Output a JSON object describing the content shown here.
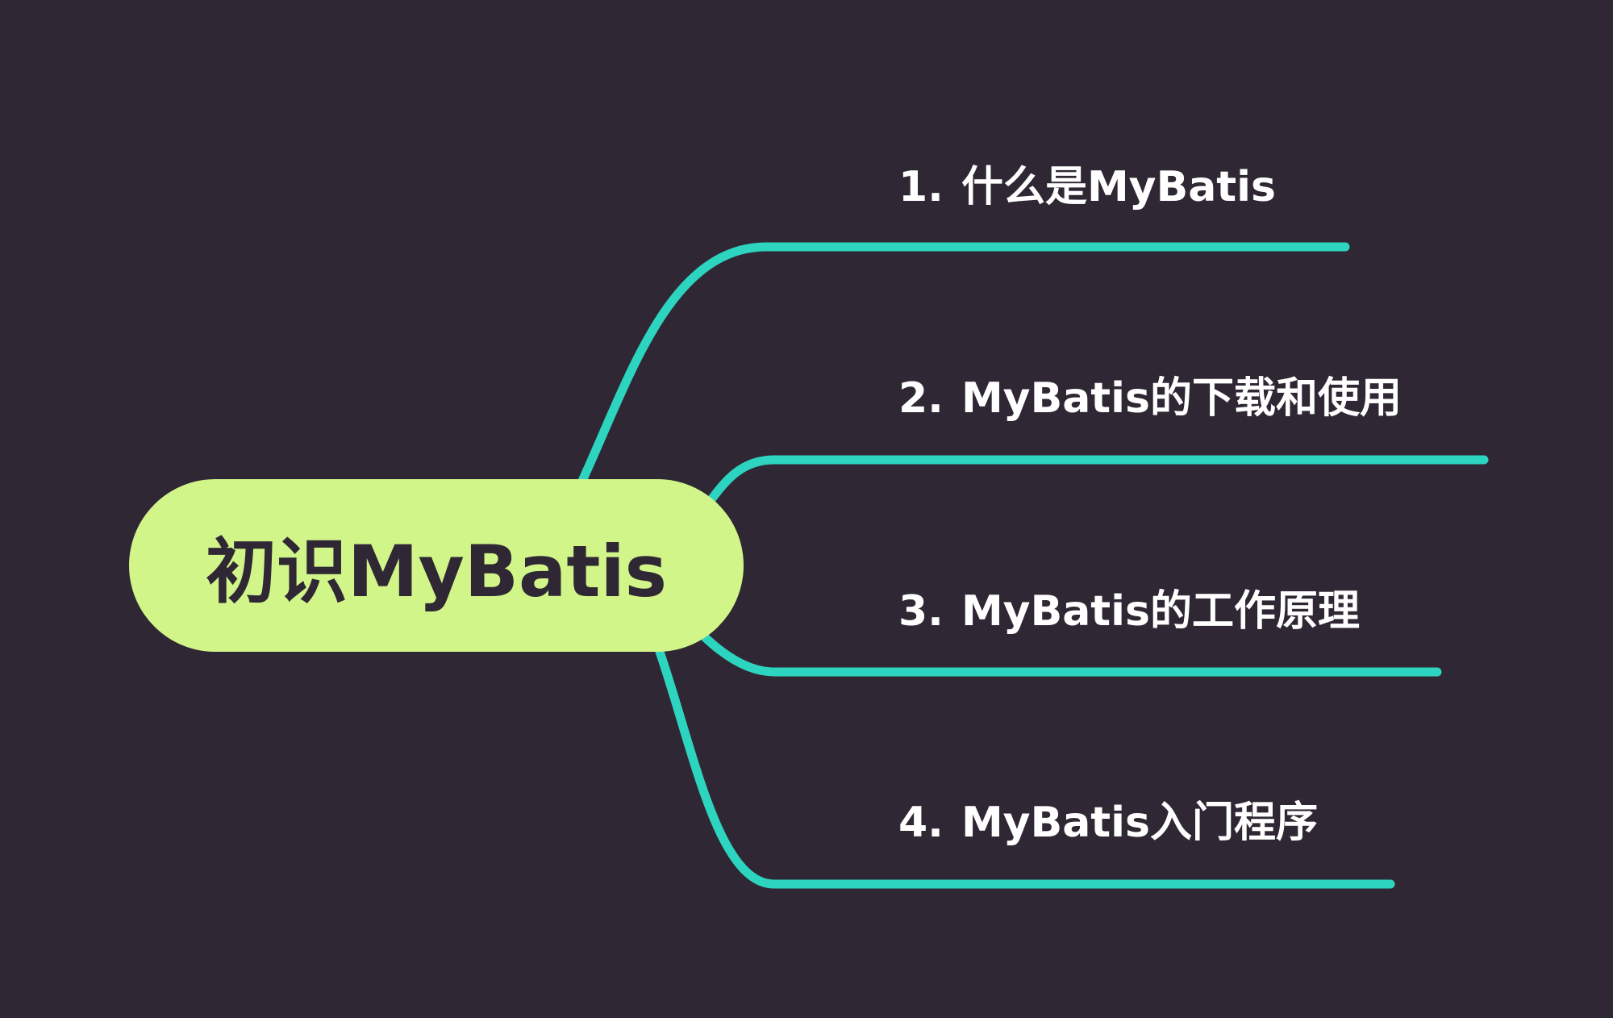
{
  "mindmap": {
    "root": {
      "label": "初识MyBatis"
    },
    "branches": [
      {
        "number": "1.",
        "label": "什么是MyBatis"
      },
      {
        "number": "2.",
        "label": "MyBatis的下载和使用"
      },
      {
        "number": "3.",
        "label": "MyBatis的工作原理"
      },
      {
        "number": "4.",
        "label": "MyBatis入门程序"
      }
    ]
  },
  "colors": {
    "background": "#2f2834",
    "root_fill": "#d2f58a",
    "root_text": "#2f2834",
    "connector": "#2dd4bf",
    "branch_text": "#ffffff"
  }
}
